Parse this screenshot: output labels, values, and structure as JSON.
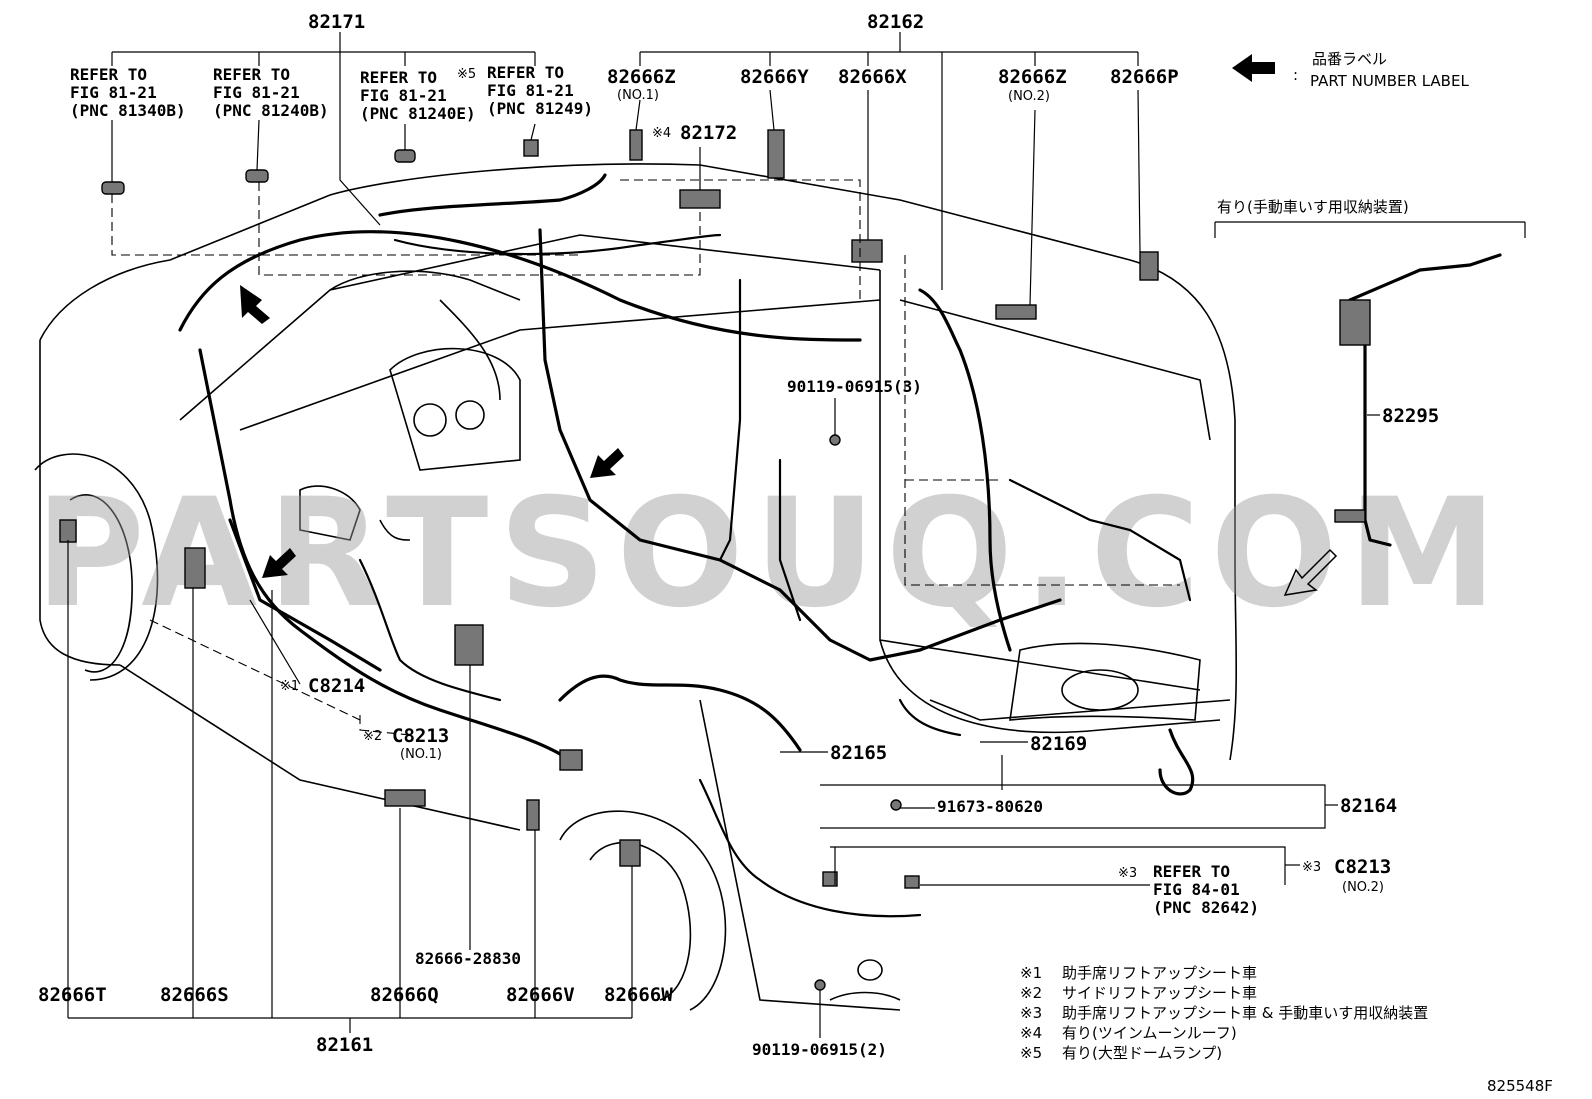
{
  "legend": {
    "jp": "品番ラベル",
    "colon": ":",
    "en": "PART NUMBER LABEL"
  },
  "watermark": "PARTSOUQ.COM",
  "figure_code": "825548F",
  "groups": {
    "g82171": "82171",
    "g82162": "82162",
    "g82161": "82161"
  },
  "refers": [
    {
      "l1": "REFER TO",
      "l2": "FIG 81-21",
      "l3": "(PNC 81340B)"
    },
    {
      "l1": "REFER TO",
      "l2": "FIG 81-21",
      "l3": "(PNC 81240B)"
    },
    {
      "l1": "REFER TO",
      "l2": "FIG 81-21",
      "l3": "(PNC 81240E)"
    },
    {
      "l1": "REFER TO",
      "l2": "FIG 81-21",
      "l3": "(PNC 81249)",
      "note": "※5"
    },
    {
      "l1": "REFER TO",
      "l2": "FIG 84-01",
      "l3": "(PNC 82642)",
      "note": "※3"
    }
  ],
  "top_labels": {
    "z1": "82666Z",
    "z1_sub": "(NO.1)",
    "y": "82666Y",
    "x": "82666X",
    "z2": "82666Z",
    "z2_sub": "(NO.2)",
    "p": "82666P"
  },
  "mid_labels": {
    "p82172": "82172",
    "p82172_note": "※4",
    "bolt3": "90119-06915(3)",
    "p82295": "82295",
    "option_header": "有り(手動車いす用収納装置)",
    "c8214": "C8214",
    "c8214_note": "※1",
    "c8213a": "C8213",
    "c8213a_note": "※2",
    "c8213a_sub": "(NO.1)",
    "p82165": "82165",
    "p82169": "82169",
    "p82164": "82164",
    "p91673": "91673-80620",
    "c8213b": "C8213",
    "c8213b_note": "※3",
    "c8213b_sub": "(NO.2)",
    "p28830": "82666-28830",
    "bolt2": "90119-06915(2)"
  },
  "bottom_labels": {
    "t": "82666T",
    "s": "82666S",
    "q": "82666Q",
    "v": "82666V",
    "w": "82666W"
  },
  "notes": [
    {
      "mark": "※1",
      "text": "助手席リフトアップシート車"
    },
    {
      "mark": "※2",
      "text": "サイドリフトアップシート車"
    },
    {
      "mark": "※3",
      "text": "助手席リフトアップシート車 & 手動車いす用収納装置"
    },
    {
      "mark": "※4",
      "text": "有り(ツインムーンルーフ)"
    },
    {
      "mark": "※5",
      "text": "有り(大型ドームランプ)"
    }
  ]
}
